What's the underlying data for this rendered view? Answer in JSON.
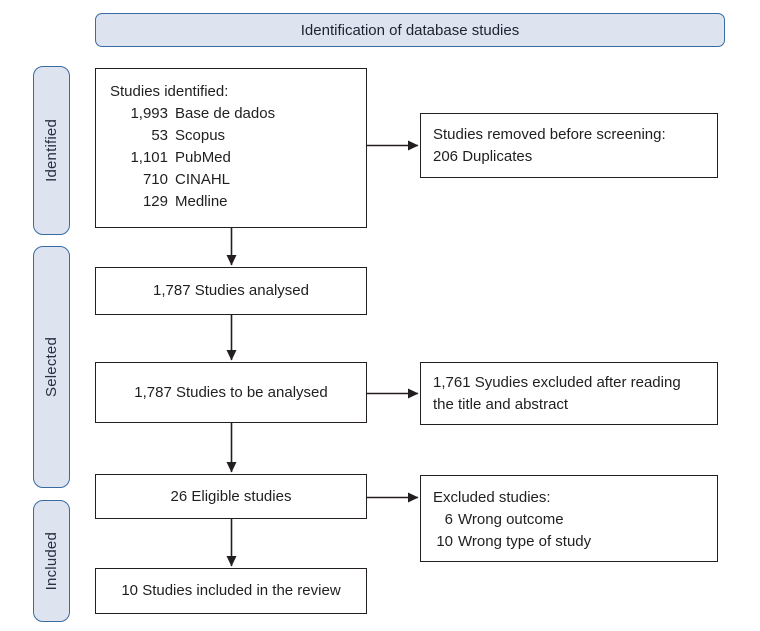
{
  "header": {
    "title": "Identification of database studies"
  },
  "sidebar": {
    "identified": "Identified",
    "selected": "Selected",
    "included": "Included"
  },
  "flow": {
    "identified_box": {
      "title": "Studies identified:",
      "items": [
        {
          "count": "1,993",
          "label": "Base de dados"
        },
        {
          "count": "53",
          "label": "Scopus"
        },
        {
          "count": "1,101",
          "label": "PubMed"
        },
        {
          "count": "710",
          "label": "CINAHL"
        },
        {
          "count": "129",
          "label": "Medline"
        }
      ]
    },
    "analysed_box": {
      "text": "1,787 Studies analysed"
    },
    "to_be_analysed_box": {
      "text": "1,787 Studies to be analysed"
    },
    "eligible_box": {
      "text": "26 Eligible studies"
    },
    "included_box": {
      "text": "10 Studies included in the review"
    },
    "removed_box": {
      "lines": [
        "Studies removed before screening:",
        "206 Duplicates"
      ]
    },
    "excluded_after_reading_box": {
      "lines": [
        "1,761 Syudies excluded after reading",
        "the title and abstract"
      ]
    },
    "excluded_studies_box": {
      "title": "Excluded studies:",
      "items": [
        {
          "count": "6",
          "label": "Wrong outcome"
        },
        {
          "count": "10",
          "label": "Wrong type of study"
        }
      ]
    }
  },
  "colors": {
    "accent_fill": "#dee3f0",
    "accent_border": "#3a6aa4",
    "box_border": "#231f20",
    "arrow": "#231f20",
    "text": "#1f1f1f"
  }
}
